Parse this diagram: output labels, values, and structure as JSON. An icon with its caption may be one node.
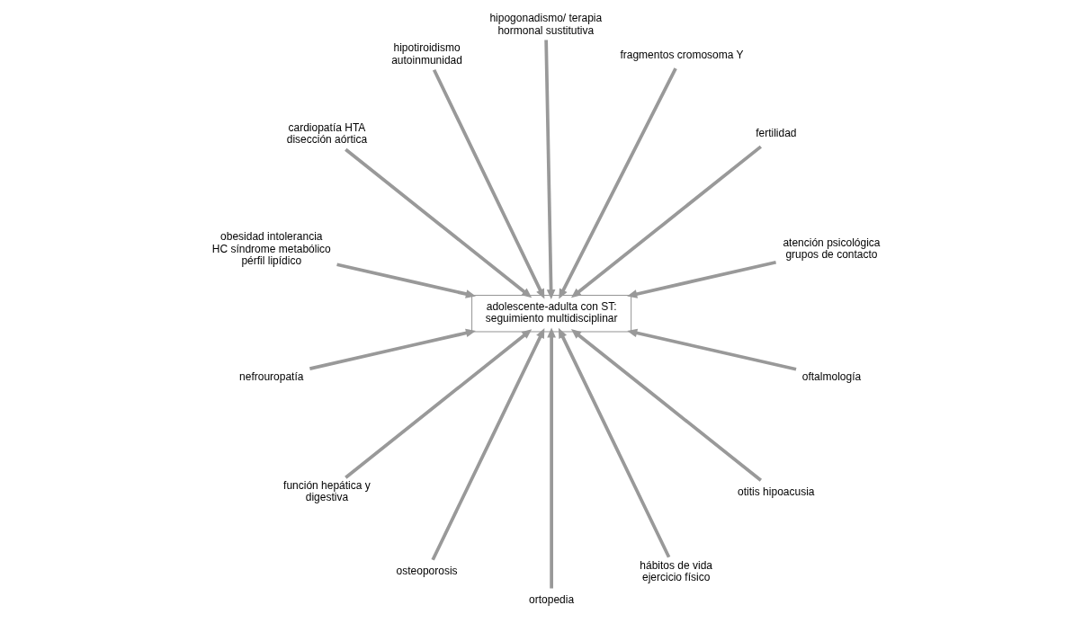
{
  "diagram": {
    "nodes": [
      {
        "text": [
          "adolescente-adulta con ST: seguimiento multidisciplinar"
        ]
      },
      {
        "text": [
          "atención psicológica grupos de contacto"
        ]
      },
      {
        "text": [
          "fertilidad"
        ]
      },
      {
        "text": [
          "fragmentos cromosoma Y"
        ]
      },
      {
        "text": [
          "hipogonadismo/ terapia hormonal sustitutiva"
        ]
      },
      {
        "text": [
          "hipotiroidismo autoinmunidad"
        ]
      },
      {
        "text": [
          "cardiopatía HTA disección aórtica"
        ]
      },
      {
        "text": [
          "obesidad intolerancia HC síndrome metabólico pérfil lipídico"
        ]
      },
      {
        "text": [
          "nefrouropatía"
        ]
      },
      {
        "text": [
          "función hepática y digestiva"
        ]
      },
      {
        "text": [
          "osteoporosis"
        ]
      },
      {
        "text": [
          "ortopedia"
        ]
      },
      {
        "text": [
          "hábitos de vida ejercicio físico"
        ]
      },
      {
        "text": [
          "otitis hipoacusia"
        ]
      },
      {
        "text": [
          "oftalmología"
        ]
      }
    ],
    "edges": [
      {
        "from": 1,
        "to": 0,
        "arrow": "to"
      },
      {
        "from": 2,
        "to": 0,
        "arrow": "to"
      },
      {
        "from": 3,
        "to": 0,
        "arrow": "to"
      },
      {
        "from": 4,
        "to": 0,
        "arrow": "to"
      },
      {
        "from": 6,
        "to": 0,
        "arrow": "to"
      },
      {
        "from": 8,
        "to": 0,
        "arrow": "to"
      },
      {
        "from": 11,
        "to": 0,
        "arrow": "to"
      },
      {
        "from": 14,
        "to": 0,
        "arrow": "to"
      },
      {
        "from": 13,
        "to": 0,
        "arrow": "to"
      },
      {
        "from": 12,
        "to": 0,
        "arrow": "to"
      },
      {
        "from": 10,
        "to": 0,
        "arrow": "to"
      },
      {
        "from": 9,
        "to": 0,
        "arrow": "to"
      },
      {
        "from": 7,
        "to": 0,
        "arrow": "to"
      },
      {
        "from": 5,
        "to": 0,
        "arrow": "to"
      }
    ]
  }
}
